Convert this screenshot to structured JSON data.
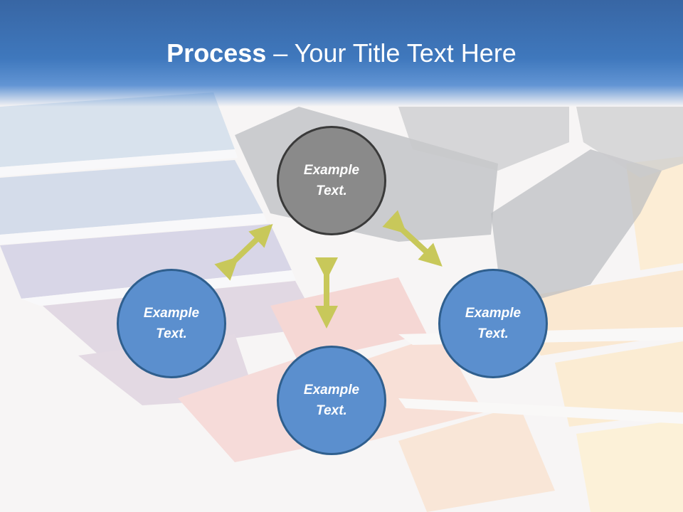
{
  "slide": {
    "title_bold": "Process",
    "title_rest": " – Your Title Text Here"
  },
  "nodes": {
    "top": "Example\nText.",
    "left": "Example\nText.",
    "right": "Example\nText.",
    "bottom": "Example\nText."
  },
  "colors": {
    "header": "#3f78bd",
    "node_center": "#8a8a8a",
    "node_blue": "#5b8fce",
    "arrow": "#c8c85a"
  }
}
